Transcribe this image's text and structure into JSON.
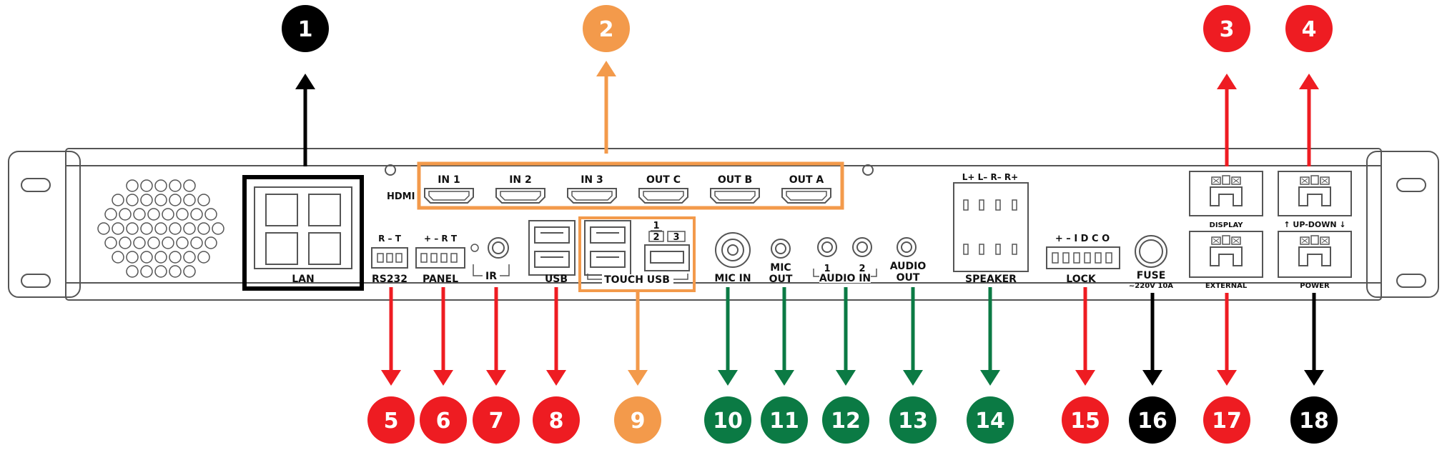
{
  "colors": {
    "black": "#000000",
    "orange": "#F39A4B",
    "red": "#EE1C22",
    "green": "#0B7A44",
    "panel_stroke": "#555555"
  },
  "panel": {
    "hdmi": "HDMI",
    "hdmi_ports": [
      "IN 1",
      "IN 2",
      "IN 3",
      "OUT C",
      "OUT B",
      "OUT A"
    ],
    "lan": "LAN",
    "rs232_pins": "R  –  T",
    "rs232": "RS232",
    "panel_pins": "+  –  R  T",
    "panel": "PANEL",
    "ir": "IR",
    "usb": "USB",
    "touch_usb": "TOUCH USB",
    "touch_num_1": "1",
    "touch_num_2": "2",
    "touch_num_3": "3",
    "mic_in": "MIC IN",
    "mic_out_1": "MIC",
    "mic_out_2": "OUT",
    "audio_in": "AUDIO IN",
    "audio_in_1": "1",
    "audio_in_2": "2",
    "audio_out_1": "AUDIO",
    "audio_out_2": "OUT",
    "speaker_pins": "L+  L–  R–  R+",
    "speaker": "SPEAKER",
    "lock_pins": "+  –  I  D  C  O",
    "lock": "LOCK",
    "fuse": "FUSE",
    "fuse_rating": "~220V 10A",
    "display": "DISPLAY",
    "updown": "↑ UP-DOWN ↓",
    "external": "EXTERNAL",
    "power": "POWER"
  },
  "callouts": [
    {
      "num": "1",
      "color": "black"
    },
    {
      "num": "2",
      "color": "orange"
    },
    {
      "num": "3",
      "color": "red"
    },
    {
      "num": "4",
      "color": "red"
    },
    {
      "num": "5",
      "color": "red"
    },
    {
      "num": "6",
      "color": "red"
    },
    {
      "num": "7",
      "color": "red"
    },
    {
      "num": "8",
      "color": "red"
    },
    {
      "num": "9",
      "color": "orange"
    },
    {
      "num": "10",
      "color": "green"
    },
    {
      "num": "11",
      "color": "green"
    },
    {
      "num": "12",
      "color": "green"
    },
    {
      "num": "13",
      "color": "green"
    },
    {
      "num": "14",
      "color": "green"
    },
    {
      "num": "15",
      "color": "red"
    },
    {
      "num": "16",
      "color": "black"
    },
    {
      "num": "17",
      "color": "red"
    },
    {
      "num": "18",
      "color": "black"
    }
  ]
}
